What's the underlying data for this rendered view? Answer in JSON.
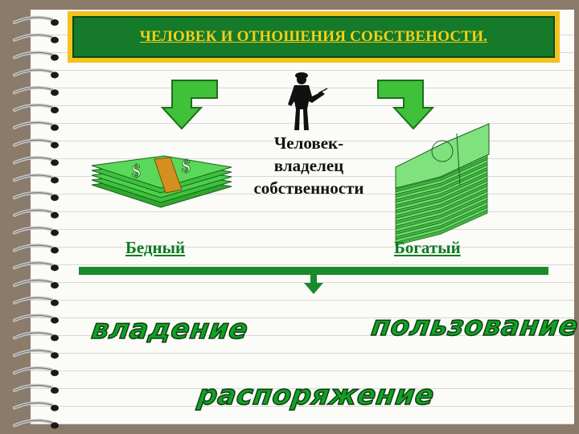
{
  "title": "ЧЕЛОВЕК И ОТНОШЕНИЯ СОБСТВЕНОСТИ.",
  "owner_label": [
    "Человек-",
    "владелец",
    "собственности"
  ],
  "poor_label": "Бедный",
  "rich_label": "Богатый",
  "rights": [
    "владение",
    "пользование",
    "распоряжение"
  ],
  "icons": [
    "person-silhouette-icon",
    "money-stack-small-icon",
    "money-stack-large-icon",
    "bent-arrow-left-icon",
    "bent-arrow-right-icon",
    "down-arrow-icon"
  ],
  "colors": {
    "title_bg": "#157a2a",
    "title_border": "#f3c21e",
    "title_text": "#f3d018",
    "accent_green": "#13a026",
    "label_green": "#0b7a22"
  }
}
